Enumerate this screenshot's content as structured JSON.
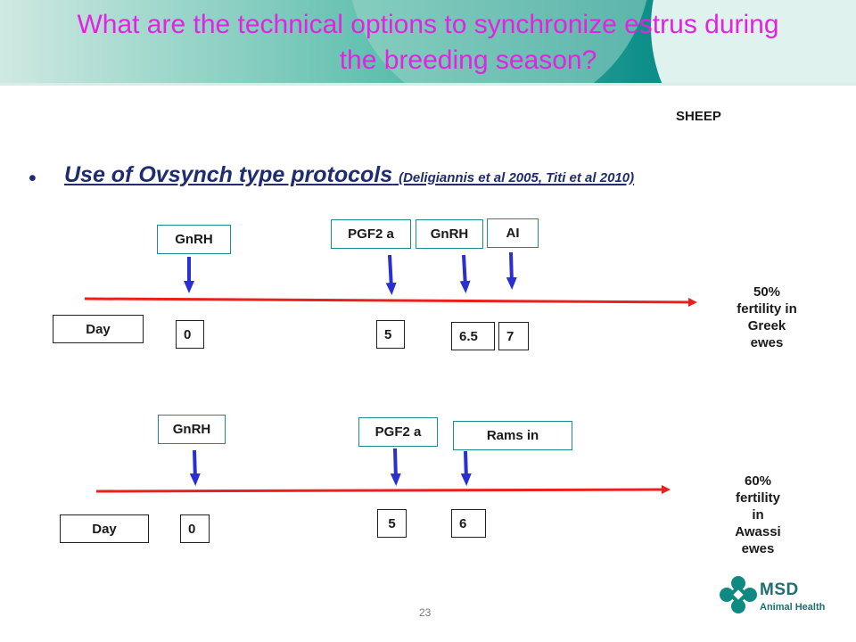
{
  "slide": {
    "title_line1": "What are the technical options to synchronize estrus during",
    "title_line2": "the breeding season?",
    "species_label": "SHEEP",
    "bullet_main": "Use of Ovsynch type protocols",
    "bullet_citation": "(Deligiannis et al 2005, Titi et al 2010)",
    "page_number": "23",
    "colors": {
      "title": "#e223e2",
      "banner": "#0f8f8a",
      "timeline": "#e8201e",
      "arrow": "#2a2fd1"
    }
  },
  "protocol1": {
    "day_label": "Day",
    "events": [
      {
        "label": "GnRH",
        "day": "0"
      },
      {
        "label": "PGF2 a",
        "day": "5"
      },
      {
        "label": "GnRH",
        "day": "6.5"
      },
      {
        "label": "AI",
        "day": "7"
      }
    ],
    "outcome_pct": "50%",
    "outcome_l2": "fertility in",
    "outcome_l3": "Greek",
    "outcome_l4": "ewes"
  },
  "protocol2": {
    "day_label": "Day",
    "events": [
      {
        "label": "GnRH",
        "day": "0"
      },
      {
        "label": "PGF2 a",
        "day": "5"
      },
      {
        "label": "Rams in",
        "day": "6"
      }
    ],
    "outcome_pct": "60%",
    "outcome_l2": "fertility",
    "outcome_l3": "in",
    "outcome_l4": "Awassi",
    "outcome_l5": "ewes"
  },
  "logo": {
    "brand": "MSD",
    "sub": "Animal Health",
    "icon": "msd-logo-icon"
  }
}
